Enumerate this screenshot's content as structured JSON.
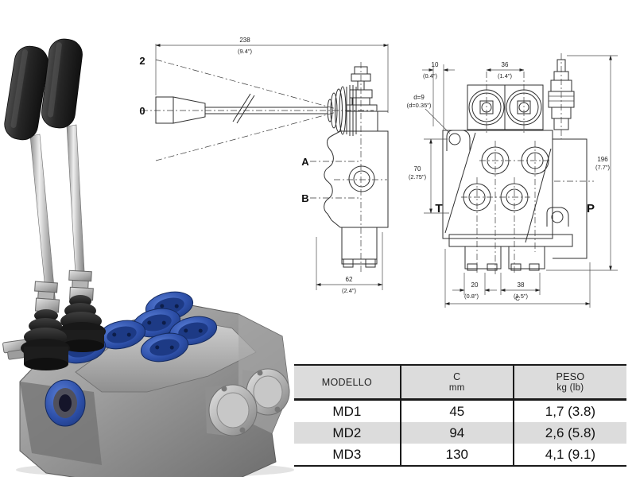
{
  "page": {
    "background": "#ffffff"
  },
  "photo": {
    "subject": "monoblock-directional-valve-with-two-levers",
    "colors": {
      "valve_body_grey": "#949494",
      "port_plug_blue": "#2d4fa8",
      "lever_grip_black": "#262626",
      "lever_shaft_steel": "#b9b9b9"
    }
  },
  "drawings": {
    "line_color": "#2f2f2f",
    "side_view": {
      "position_labels": {
        "up": "2",
        "neutral": "0"
      },
      "port_labels": {
        "a": "A",
        "b": "B"
      },
      "dims": {
        "length": {
          "mm": "238",
          "in": "(9.4\")"
        },
        "width": {
          "mm": "62",
          "in": "(2.4\")"
        }
      }
    },
    "front_view": {
      "port_labels": {
        "t": "T",
        "p": "P"
      },
      "dims": {
        "d10": {
          "mm": "10",
          "in": "(0.4\")"
        },
        "d36": {
          "mm": "36",
          "in": "(1.4\")"
        },
        "hole": {
          "mm": "d=9",
          "in": "(d=0.35\")"
        },
        "d70": {
          "mm": "70",
          "in": "(2.75\")"
        },
        "d196": {
          "mm": "196",
          "in": "(7.7\")"
        },
        "d20": {
          "mm": "20",
          "in": "(0.8\")"
        },
        "d38": {
          "mm": "38",
          "in": "(1.5\")"
        },
        "c": "C"
      }
    }
  },
  "table": {
    "headers": [
      {
        "title": "MODELLO"
      },
      {
        "title": "C",
        "subtitle": "mm"
      },
      {
        "title": "PESO",
        "subtitle": "kg (lb)"
      }
    ],
    "rows": [
      {
        "model": "MD1",
        "c": "45",
        "peso": "1,7 (3.8)"
      },
      {
        "model": "MD2",
        "c": "94",
        "peso": "2,6 (5.8)"
      },
      {
        "model": "MD3",
        "c": "130",
        "peso": "4,1 (9.1)"
      }
    ],
    "header_bg": "#dcdcdc",
    "stripe_bg": "#dcdcdc"
  }
}
